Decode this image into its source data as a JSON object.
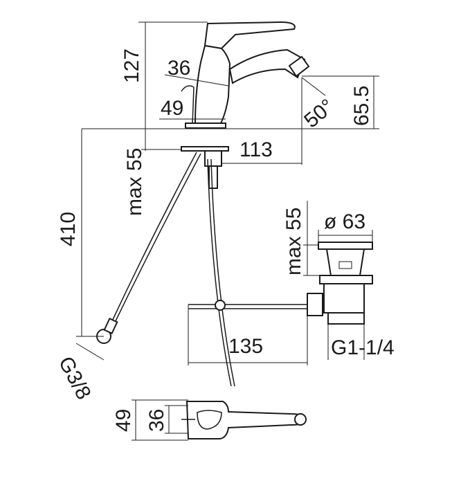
{
  "dimensions": {
    "spout_height": "127",
    "body_width_36": "36",
    "base_width_49": "49",
    "spout_angle": "50°",
    "outlet_height": "65.5",
    "deck_thickness": "max 55",
    "spout_reach": "113",
    "hose_length": "410",
    "drain_deck_thickness": "max 55",
    "drain_diameter": "ø 63",
    "lever_reach": "135",
    "drain_thread": "G1-1/4",
    "hose_thread": "G3/8",
    "top_width_49": "49",
    "top_width_36": "36"
  },
  "colors": {
    "line": "#1a1a1a",
    "background": "#ffffff"
  }
}
